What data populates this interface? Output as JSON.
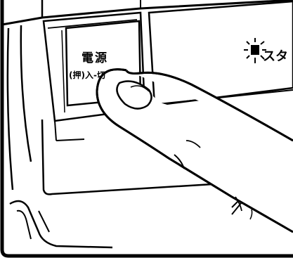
{
  "power_button": {
    "label": "電源",
    "sublabel": "(押)入-切"
  },
  "start_button": {
    "label": "スタ",
    "indicator": "lamp-icon"
  },
  "colors": {
    "ink": "#000000",
    "paper": "#ffffff"
  }
}
